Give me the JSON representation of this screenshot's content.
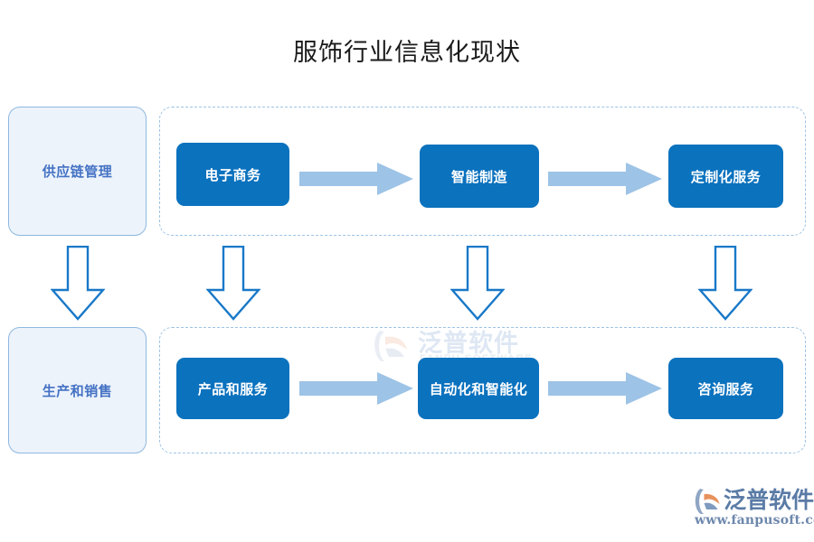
{
  "page": {
    "title": "服饰行业信息化现状",
    "background": "#ffffff"
  },
  "colors": {
    "step_fill": "#0b72be",
    "step_text": "#ffffff",
    "category_fill": "#edf3fb",
    "category_border": "#8eb8e0",
    "category_text": "#4472c4",
    "arrow_light": "#9dc3e6",
    "arrow_outline": "#1878c8",
    "dashed_border": "#9dc3e6",
    "title_text": "#1a1a1a",
    "logo_text": "#5a7ba6",
    "logo_accent": "#e8915c"
  },
  "categories": [
    {
      "id": "supply-chain-management",
      "label": "供应链管理"
    },
    {
      "id": "production-and-sales",
      "label": "生产和销售"
    }
  ],
  "rows": [
    {
      "id": "row-supply-chain",
      "steps": [
        {
          "id": "e-commerce",
          "label": "电子商务"
        },
        {
          "id": "smart-manufacturing",
          "label": "智能制造"
        },
        {
          "id": "customized-service",
          "label": "定制化服务"
        }
      ],
      "connector_icon": "right-arrow-icon"
    },
    {
      "id": "row-production-sales",
      "steps": [
        {
          "id": "products-and-services",
          "label": "产品和服务"
        },
        {
          "id": "automation-and-intelligence",
          "label": "自动化和智能化"
        },
        {
          "id": "consulting-service",
          "label": "咨询服务"
        }
      ],
      "connector_icon": "right-arrow-icon"
    }
  ],
  "down_arrows": [
    {
      "id": "down-arrow-category",
      "icon": "down-arrow-outline-icon"
    },
    {
      "id": "down-arrow-column-1",
      "icon": "down-arrow-outline-icon"
    },
    {
      "id": "down-arrow-column-2",
      "icon": "down-arrow-outline-icon"
    },
    {
      "id": "down-arrow-column-3",
      "icon": "down-arrow-outline-icon"
    }
  ],
  "watermark": {
    "name": "泛普软件",
    "subtitle": "FANPU SOFTWARE",
    "icon": "fanpu-logo-icon"
  },
  "brand_logo": {
    "name": "泛普软件",
    "url": "www.fanpusoft.com",
    "icon": "fanpu-logo-icon"
  }
}
